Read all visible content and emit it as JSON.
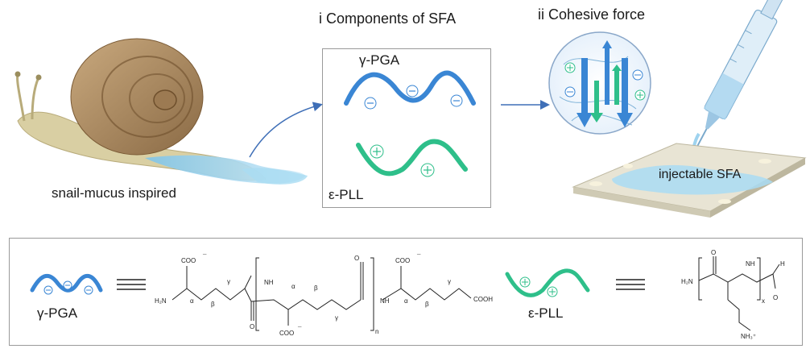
{
  "labels": {
    "snail": "snail-mucus inspired",
    "section_i": "i  Components of SFA",
    "section_ii": "ii   Cohesive force",
    "pga": "γ-PGA",
    "pll": "ε-PLL",
    "injectable": "injectable SFA"
  },
  "chem": {
    "coo": "COO",
    "minus": "¯",
    "h2n": "H₂N",
    "nh": "NH",
    "h": "H",
    "o": "O",
    "cooh": "COOH",
    "alpha": "α",
    "beta": "β",
    "gamma": "γ",
    "n": "n",
    "x": "x",
    "nh3": "NH₃⁺"
  },
  "colors": {
    "pga_blue": "#3a86d4",
    "pll_green": "#2ebf8a",
    "arrow_blue": "#3f6fb7",
    "box_border": "#9a9a9a"
  }
}
